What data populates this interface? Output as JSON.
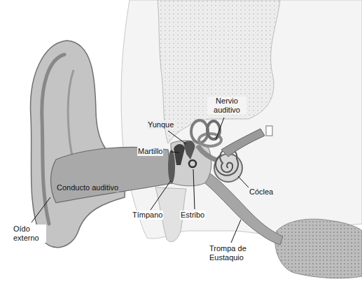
{
  "diagram": {
    "labels": [
      "Nervio auditivo",
      "Yunque",
      "Martillo",
      "Conducto auditivo",
      "Cóclea",
      "Tímpano",
      "Estribo",
      "Oído externo",
      "Trompa de Eustaquio"
    ]
  }
}
